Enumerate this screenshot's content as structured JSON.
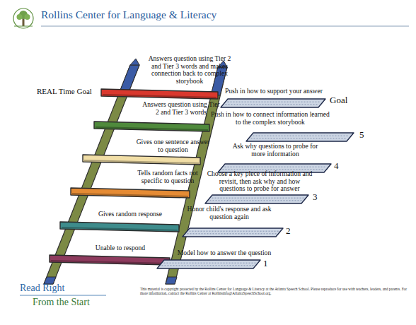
{
  "diagram": {
    "title": "Rollins Center for Language & Literacy",
    "nodes": [
      {
        "text": [
          "Answers question using Tier 2 and Tier 3 words and makes connection back to complex storybook"
        ]
      },
      {
        "text": [
          "Answers question using Tier 2 and Tier 3 words"
        ]
      },
      {
        "text": [
          "Gives one sentence answer to question"
        ]
      },
      {
        "text": [
          "Tells random facts not specific to question"
        ]
      },
      {
        "text": [
          "Gives random response"
        ]
      },
      {
        "text": [
          "Unable to respond"
        ]
      },
      {
        "text": [
          "Push in how to support your answer",
          "Goal"
        ]
      },
      {
        "text": [
          "Push in how to connect information learned to the complex storybook",
          "5"
        ]
      },
      {
        "text": [
          "Ask why questions to probe for more information",
          "4"
        ]
      },
      {
        "text": [
          "Choose a key piece of information and revisit, then ask why and how questions to probe for answer",
          "3"
        ]
      },
      {
        "text": [
          "Honor child's response and ask question again",
          "2"
        ]
      },
      {
        "text": [
          "Model how to answer the question",
          "1"
        ]
      }
    ],
    "labels": [
      "REAL Time Goal",
      "Read Right",
      "From the Start",
      "This material is copyright protected by the Rollins Center for Language & Literacy at the Atlanta Speech School. Please reproduce for use with teachers, leaders, and parents. For more information, contact the Rollins Center at Rollinsinfo@AtlantaSpeechSchool.org."
    ]
  }
}
